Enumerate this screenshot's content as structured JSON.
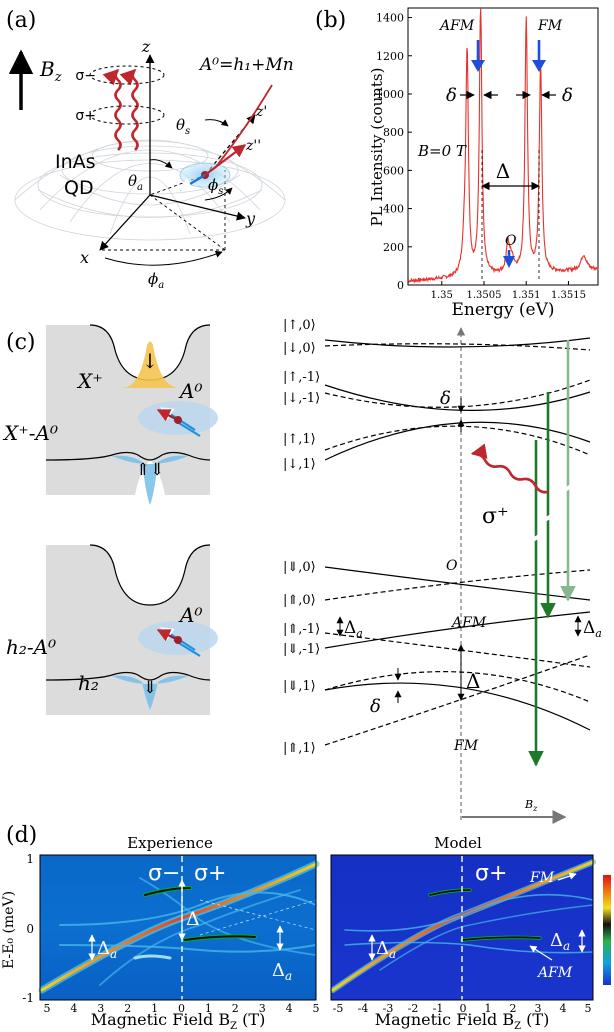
{
  "panel_labels": {
    "a": "(a)",
    "b": "(b)",
    "c": "(c)",
    "d": "(d)"
  },
  "panel_a": {
    "field_label": "B",
    "field_sub": "z",
    "sigma_minus": "σ−",
    "sigma_plus": "σ+",
    "axis_x": "x",
    "axis_y": "y",
    "axis_z": "z",
    "axis_z_prime": "z'",
    "axis_z_dprime": "z''",
    "theta_s": "θ",
    "theta_s_sub": "s",
    "theta_a": "θ",
    "theta_a_sub": "a",
    "phi_s": "ϕ",
    "phi_s_sub": "s",
    "phi_a": "ϕ",
    "phi_a_sub": "a",
    "qd_line1": "InAs",
    "qd_line2": "QD",
    "acceptor_formula": "A⁰=h₁+Mn"
  },
  "panel_b": {
    "ylabel": "PL Intensity (counts)",
    "xlabel": "Energy (eV)",
    "y_ticks": [
      "0",
      "200",
      "400",
      "600",
      "800",
      "1000",
      "1200",
      "1400"
    ],
    "x_ticks": [
      "1.35",
      "1.3505",
      "1.351",
      "1.3515"
    ],
    "label_afm": "AFM",
    "label_fm": "FM",
    "label_o": "O",
    "label_delta": "δ",
    "label_Delta": "Δ",
    "field_text": "B=0 T"
  },
  "panel_c": {
    "complex_top": "X⁺-A⁰",
    "complex_bottom": "h₂-A⁰",
    "x_plus": "X⁺",
    "a0_top": "A⁰",
    "a0_bottom": "A⁰",
    "h2": "h₂",
    "spin_down": "↓",
    "spin_hole_pair": "⇑⇓",
    "spin_hole_down": "⇓",
    "top_states": [
      "|↑,0⟩",
      "|↓,0⟩",
      "|↑,-1⟩",
      "|↓,-1⟩",
      "|↑,1⟩",
      "|↓,1⟩"
    ],
    "bottom_states": [
      "|⇓,0⟩",
      "|⇑,0⟩",
      "|⇑,-1⟩",
      "|⇓,-1⟩",
      "|⇓,1⟩",
      "|⇑,1⟩"
    ],
    "delta": "δ",
    "delta2": "δ",
    "Delta": "Δ",
    "Delta_a": "Δ",
    "Delta_a_sub": "a",
    "sigma_plus": "σ⁺",
    "label_o": "O",
    "label_afm": "AFM",
    "label_fm": "FM",
    "bz": "B",
    "bz_sub": "z"
  },
  "panel_d": {
    "title_left": "Experience",
    "title_right": "Model",
    "ylabel": "E-E₀ (meV)",
    "xlabel": "Magnetic Field  B",
    "xlabel_sub": "Z",
    "xlabel_unit": " (T)",
    "y_ticks": [
      "1",
      "0",
      "-1"
    ],
    "x_ticks_left": [
      "5",
      "4",
      "3",
      "2",
      "1",
      "0",
      "1",
      "2",
      "3",
      "4",
      "5"
    ],
    "x_ticks_right": [
      "-5",
      "-4",
      "-3",
      "-2",
      "-1",
      "0",
      "1",
      "2",
      "3",
      "4",
      "5"
    ],
    "sigma_minus": "σ−",
    "sigma_plus": "σ+",
    "sigma_plus_model": "σ+",
    "label_Delta": "Δ",
    "label_Delta_a": "Δ",
    "label_Delta_a_sub": "a",
    "label_fm": "FM",
    "label_afm": "AFM"
  },
  "colors": {
    "spectrum": "#e8322b",
    "arrow_blue": "#1e4fd8",
    "transition_green": "#1c7a2a",
    "transition_light": "#88b890",
    "photon_red": "#c0262d",
    "map_background_exp": "#0b6fd0",
    "map_background_model": "#1730c8"
  },
  "chart_data": {
    "type": "line",
    "title": "",
    "xlabel": "Energy (eV)",
    "ylabel": "PL Intensity (counts)",
    "xlim": [
      1.3496,
      1.35185
    ],
    "ylim": [
      0,
      1450
    ],
    "x_ticks": [
      1.35,
      1.3505,
      1.351,
      1.3515
    ],
    "y_ticks": [
      0,
      200,
      400,
      600,
      800,
      1000,
      1200,
      1400
    ],
    "baseline": 20,
    "peaks": [
      {
        "x": 1.3503,
        "height": 1130,
        "width": 1.8e-05
      },
      {
        "x": 1.35046,
        "height": 1430,
        "width": 1.8e-05
      },
      {
        "x": 1.35078,
        "height": 130,
        "width": 2e-05
      },
      {
        "x": 1.351,
        "height": 1330,
        "width": 1.8e-05
      },
      {
        "x": 1.35117,
        "height": 1100,
        "width": 1.8e-05
      },
      {
        "x": 1.35027,
        "height": 150,
        "width": 3e-05
      },
      {
        "x": 1.35082,
        "height": 90,
        "width": 4e-05
      },
      {
        "x": 1.35168,
        "height": 80,
        "width": 4e-05
      }
    ]
  }
}
